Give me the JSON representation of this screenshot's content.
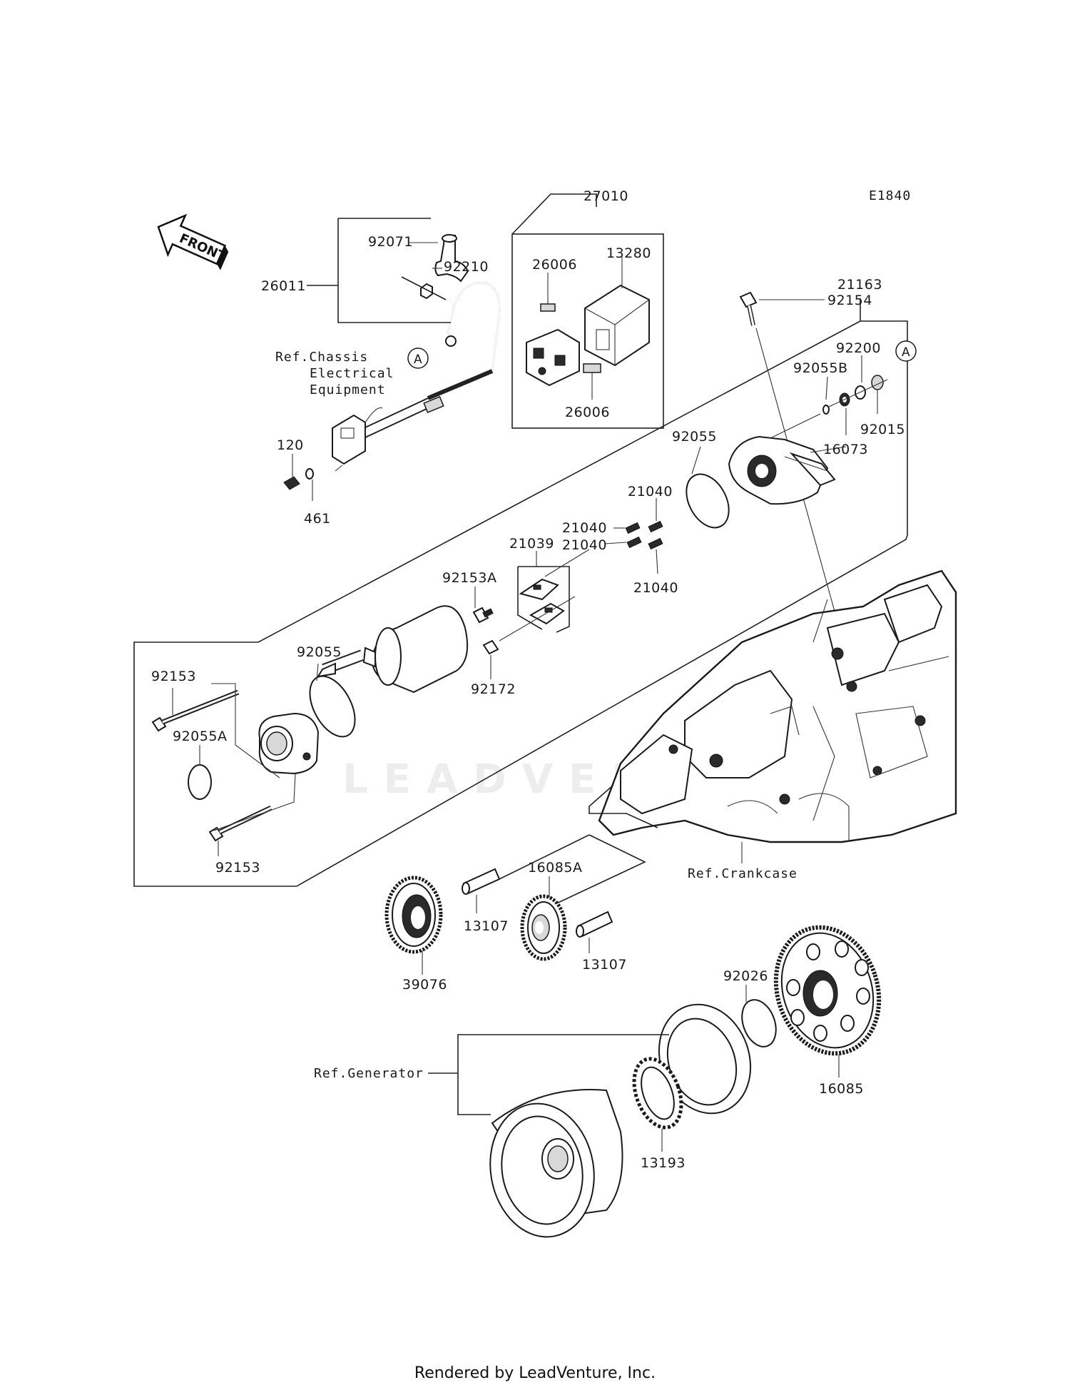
{
  "diagram_code": "E1840",
  "front_label": "FRONT",
  "callout_marker": "A",
  "parts": {
    "p27010": "27010",
    "p13280": "13280",
    "p26006a": "26006",
    "p26006b": "26006",
    "p92071": "92071",
    "p92210": "92210",
    "p26011": "26011",
    "p120": "120",
    "p461": "461",
    "p92154": "92154",
    "p21163": "21163",
    "p92200": "92200",
    "p92055B": "92055B",
    "p92015": "92015",
    "p16073": "16073",
    "p92055top": "92055",
    "p21040a": "21040",
    "p21040b": "21040",
    "p21040c": "21040",
    "p21040d": "21040",
    "p21039": "21039",
    "p92153A": "92153A",
    "p92172": "92172",
    "p92153a": "92153",
    "p92055mid": "92055",
    "p92055A": "92055A",
    "p92153b": "92153",
    "p16085A": "16085A",
    "p13107a": "13107",
    "p13107b": "13107",
    "p39076": "39076",
    "p92026": "92026",
    "p16085": "16085",
    "p13193": "13193"
  },
  "references": {
    "chassis_line1": "Ref.Chassis",
    "chassis_line2": "Electrical",
    "chassis_line3": "Equipment",
    "crankcase": "Ref.Crankcase",
    "generator": "Ref.Generator"
  },
  "watermark": "LEADVENT",
  "footer": "Rendered by LeadVenture, Inc."
}
